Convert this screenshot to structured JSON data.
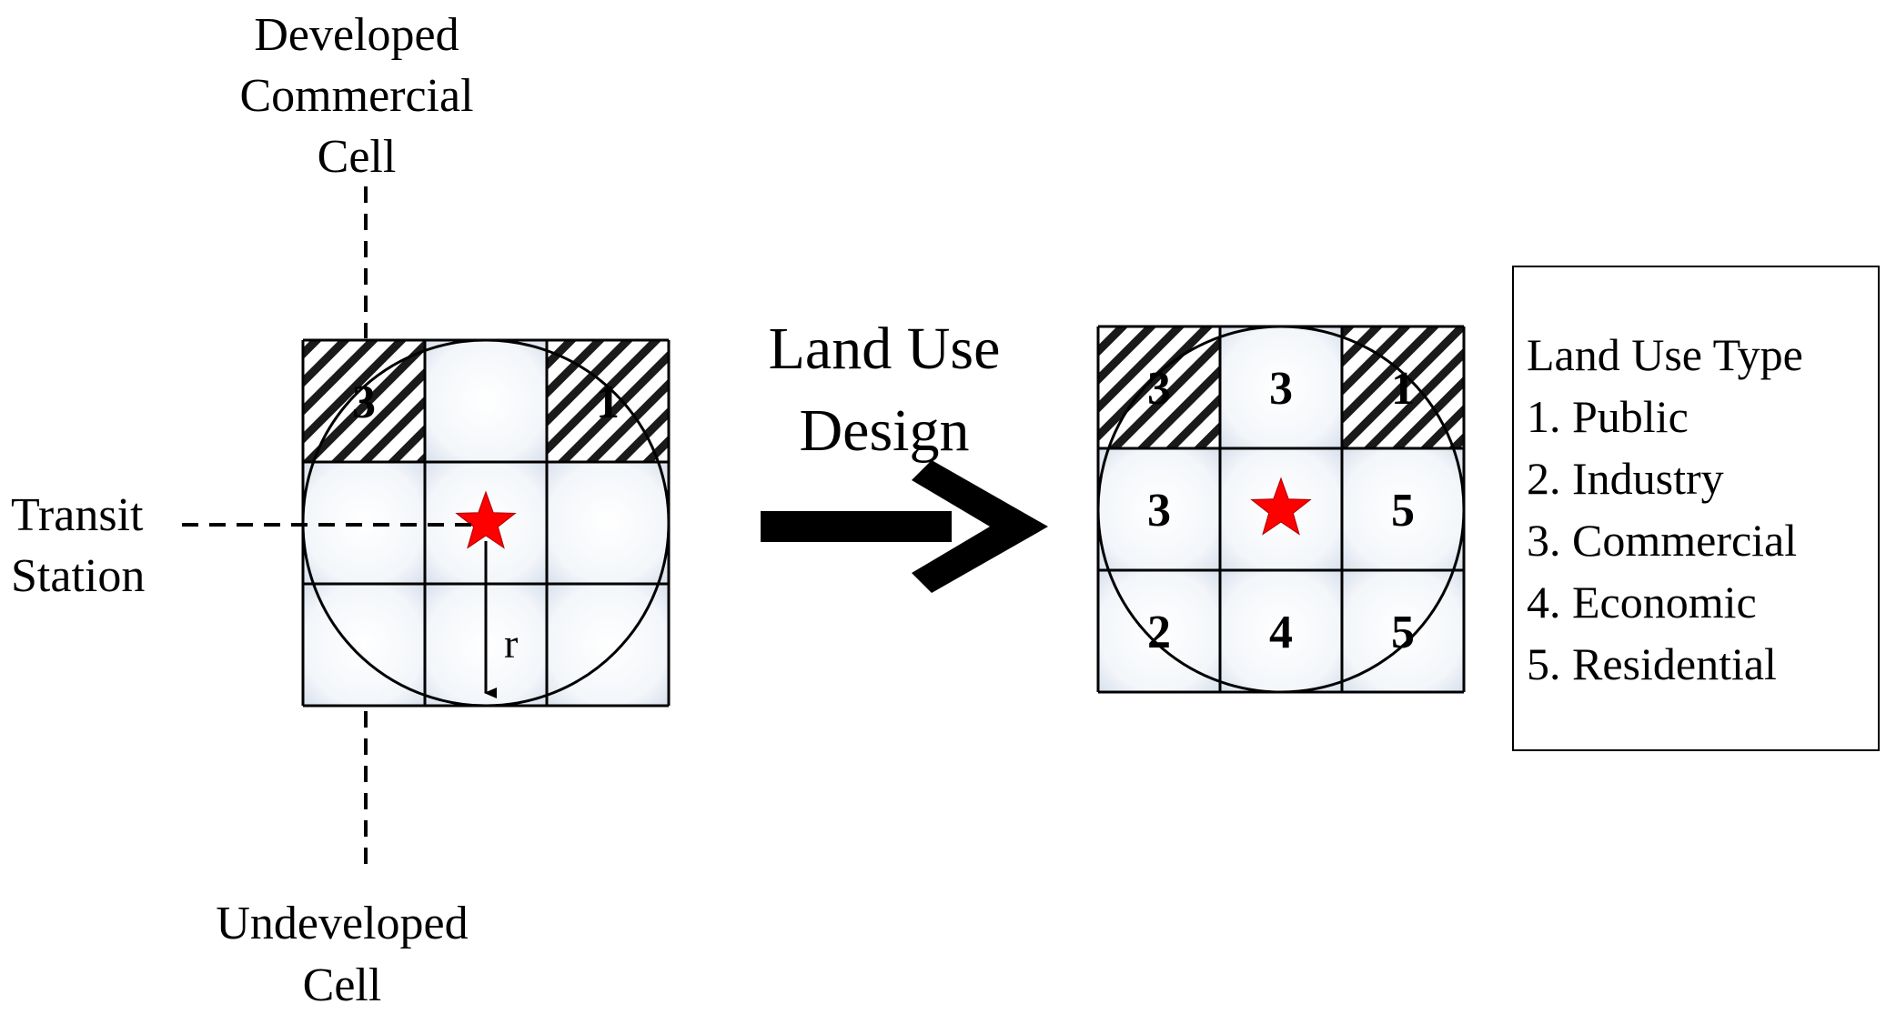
{
  "labels": {
    "developed_cell": [
      "Developed",
      "Commercial",
      "Cell"
    ],
    "transit_station": [
      "Transit",
      "Station"
    ],
    "undeveloped_cell": [
      "Undeveloped",
      "Cell"
    ],
    "radius": "r"
  },
  "process": {
    "title": [
      "Land Use",
      "Design"
    ]
  },
  "before_grid": {
    "cells": [
      {
        "row": 0,
        "col": 0,
        "label": "3",
        "developed": true
      },
      {
        "row": 0,
        "col": 1,
        "label": "",
        "developed": false
      },
      {
        "row": 0,
        "col": 2,
        "label": "1",
        "developed": true
      },
      {
        "row": 1,
        "col": 0,
        "label": "",
        "developed": false
      },
      {
        "row": 1,
        "col": 1,
        "label": "",
        "developed": false,
        "station": true
      },
      {
        "row": 1,
        "col": 2,
        "label": "",
        "developed": false
      },
      {
        "row": 2,
        "col": 0,
        "label": "",
        "developed": false
      },
      {
        "row": 2,
        "col": 1,
        "label": "",
        "developed": false
      },
      {
        "row": 2,
        "col": 2,
        "label": "",
        "developed": false
      }
    ]
  },
  "after_grid": {
    "cells": [
      {
        "row": 0,
        "col": 0,
        "label": "3",
        "developed": true
      },
      {
        "row": 0,
        "col": 1,
        "label": "3",
        "developed": false
      },
      {
        "row": 0,
        "col": 2,
        "label": "1",
        "developed": true
      },
      {
        "row": 1,
        "col": 0,
        "label": "3",
        "developed": false
      },
      {
        "row": 1,
        "col": 1,
        "label": "",
        "developed": false,
        "station": true
      },
      {
        "row": 1,
        "col": 2,
        "label": "5",
        "developed": false
      },
      {
        "row": 2,
        "col": 0,
        "label": "2",
        "developed": false
      },
      {
        "row": 2,
        "col": 1,
        "label": "4",
        "developed": false
      },
      {
        "row": 2,
        "col": 2,
        "label": "5",
        "developed": false
      }
    ]
  },
  "legend": {
    "title": "Land Use Type",
    "items": [
      "1. Public",
      "2. Industry",
      "3. Commercial",
      "4. Economic",
      "5. Residential"
    ]
  },
  "colors": {
    "star": "#ff0000",
    "line": "#000000",
    "cell_fill": "#ffffff",
    "cell_shade": "#dfe6f0"
  }
}
